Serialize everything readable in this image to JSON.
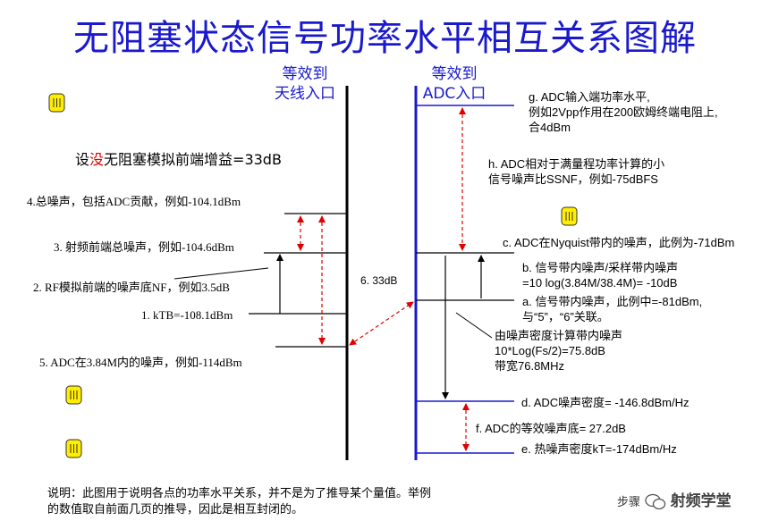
{
  "title": "无阻塞状态信号功率水平相互关系图解",
  "headers": {
    "antenna_line1": "等效到",
    "antenna_line2": "天线入口",
    "adc_line1": "等效到",
    "adc_line2": "ADC入口"
  },
  "gain": {
    "prefix": "设",
    "highlight": "没",
    "suffix": "无阻塞模拟前端增益=33dB"
  },
  "left_labels": {
    "l4": "4.总噪声，包括ADC贡献，例如-104.1dBm",
    "l3": "3. 射频前端总噪声，例如-104.6dBm",
    "l2": "2. RF模拟前端的噪声底NF，例如3.5dB",
    "l1": "1. kTB=-108.1dBm",
    "l5": "5. ADC在3.84M内的噪声，例如-114dBm"
  },
  "center_label": "6.   33dB",
  "right_labels": {
    "g1": "g. ADC输入端功率水平,",
    "g2": "例如2Vpp作用在200欧姆终端电阻上,",
    "g3": "合4dBm",
    "h1": "h. ADC相对于满量程功率计算的小",
    "h2": "信号噪声比SSNF，例如-75dBFS",
    "c": "c. ADC在Nyquist带内的噪声，此例为-71dBm",
    "b1": "b. 信号带内噪声/采样带内噪声",
    "b2": "=10 log(3.84M/38.4M)= -10dB",
    "a1": "a. 信号带内噪声，此例中=-81dBm,",
    "a2": "与“5”，“6”关联。",
    "n1": "由噪声密度计算带内噪声",
    "n2": "10*Log(Fs/2)=75.8dB",
    "n3": "带宽76.8MHz",
    "d": "d. ADC噪声密度= -146.8dBm/Hz",
    "f": "f. ADC的等效噪声底= 27.2dB",
    "e": "e. 热噪声密度kT=-174dBm/Hz"
  },
  "footnote": {
    "line1": "说明：此图用于说明各点的功率水平关系，并不是为了推导某个量值。举例",
    "line2": "的数值取自前面几页的推导，因此是相互封闭的。"
  },
  "watermark": {
    "prefix": "步骤",
    "brand": "射频学堂"
  },
  "colors": {
    "title": "#1a1acc",
    "axis_adc": "#1a1acc",
    "arrow_red": "#e00000",
    "note_icon": "#ffee00"
  },
  "icons": [
    "note-icon",
    "note-icon",
    "note-icon",
    "note-icon",
    "wechat-icon"
  ]
}
